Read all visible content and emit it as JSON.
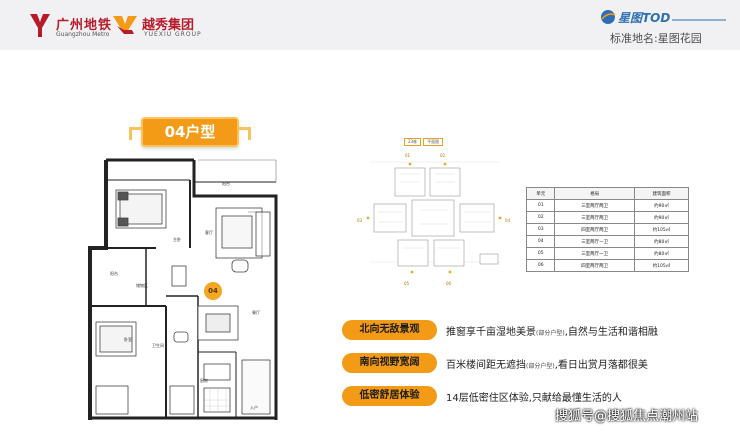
{
  "header": {
    "gz_metro_cn": "广州地铁",
    "gz_metro_en": "Guangzhou Metro",
    "yuexiu_cn": "越秀集团",
    "yuexiu_en": "YUEXIU GROUP",
    "tod_brand": "星图TOD",
    "standard_name": "标准地名:星图花园"
  },
  "plan": {
    "title": "04户型",
    "unit_no": "04",
    "rooms": {
      "balcony_top": "阳台",
      "master": "主卧",
      "living": "客厅",
      "balcony_left": "阳台",
      "utility": "储物区",
      "bedroom2": "卧室",
      "bath": "卫生间",
      "dining": "餐厅",
      "kitchen": "厨房",
      "entry": "入户"
    }
  },
  "site": {
    "building_tags": [
      "23栋",
      "平面图"
    ],
    "unit_labels": [
      "01",
      "02",
      "03",
      "04",
      "05",
      "06"
    ]
  },
  "table": {
    "headers": [
      "单元",
      "格局",
      "建筑面积"
    ],
    "rows": [
      [
        "01",
        "三室两厅两卫",
        "约90㎡"
      ],
      [
        "02",
        "三室两厅两卫",
        "约90㎡"
      ],
      [
        "03",
        "四室两厅两卫",
        "约105㎡"
      ],
      [
        "04",
        "三室两厅一卫",
        "约80㎡"
      ],
      [
        "05",
        "三室两厅一卫",
        "约80㎡"
      ],
      [
        "06",
        "四室两厅两卫",
        "约105㎡"
      ]
    ]
  },
  "features": [
    {
      "tag": "北向无敌景观",
      "desc_a": "推窗享千亩湿地美景",
      "note": "(部分户型)",
      "desc_b": ",自然与生活和谐相融"
    },
    {
      "tag": "南向视野宽阔",
      "desc_a": "百米楼间距无遮挡",
      "note": "(部分户型)",
      "desc_b": ",看日出赏月落都很美"
    },
    {
      "tag": "低密舒居体验",
      "desc_a": "14层低密住区体验,只献给最懂生活的人",
      "note": "",
      "desc_b": ""
    }
  ],
  "watermark": "搜狐号@搜狐焦点潮州站",
  "colors": {
    "accent": "#f39a17",
    "brand_red": "#b71c2b",
    "header_bg": "#f1f1f3"
  }
}
